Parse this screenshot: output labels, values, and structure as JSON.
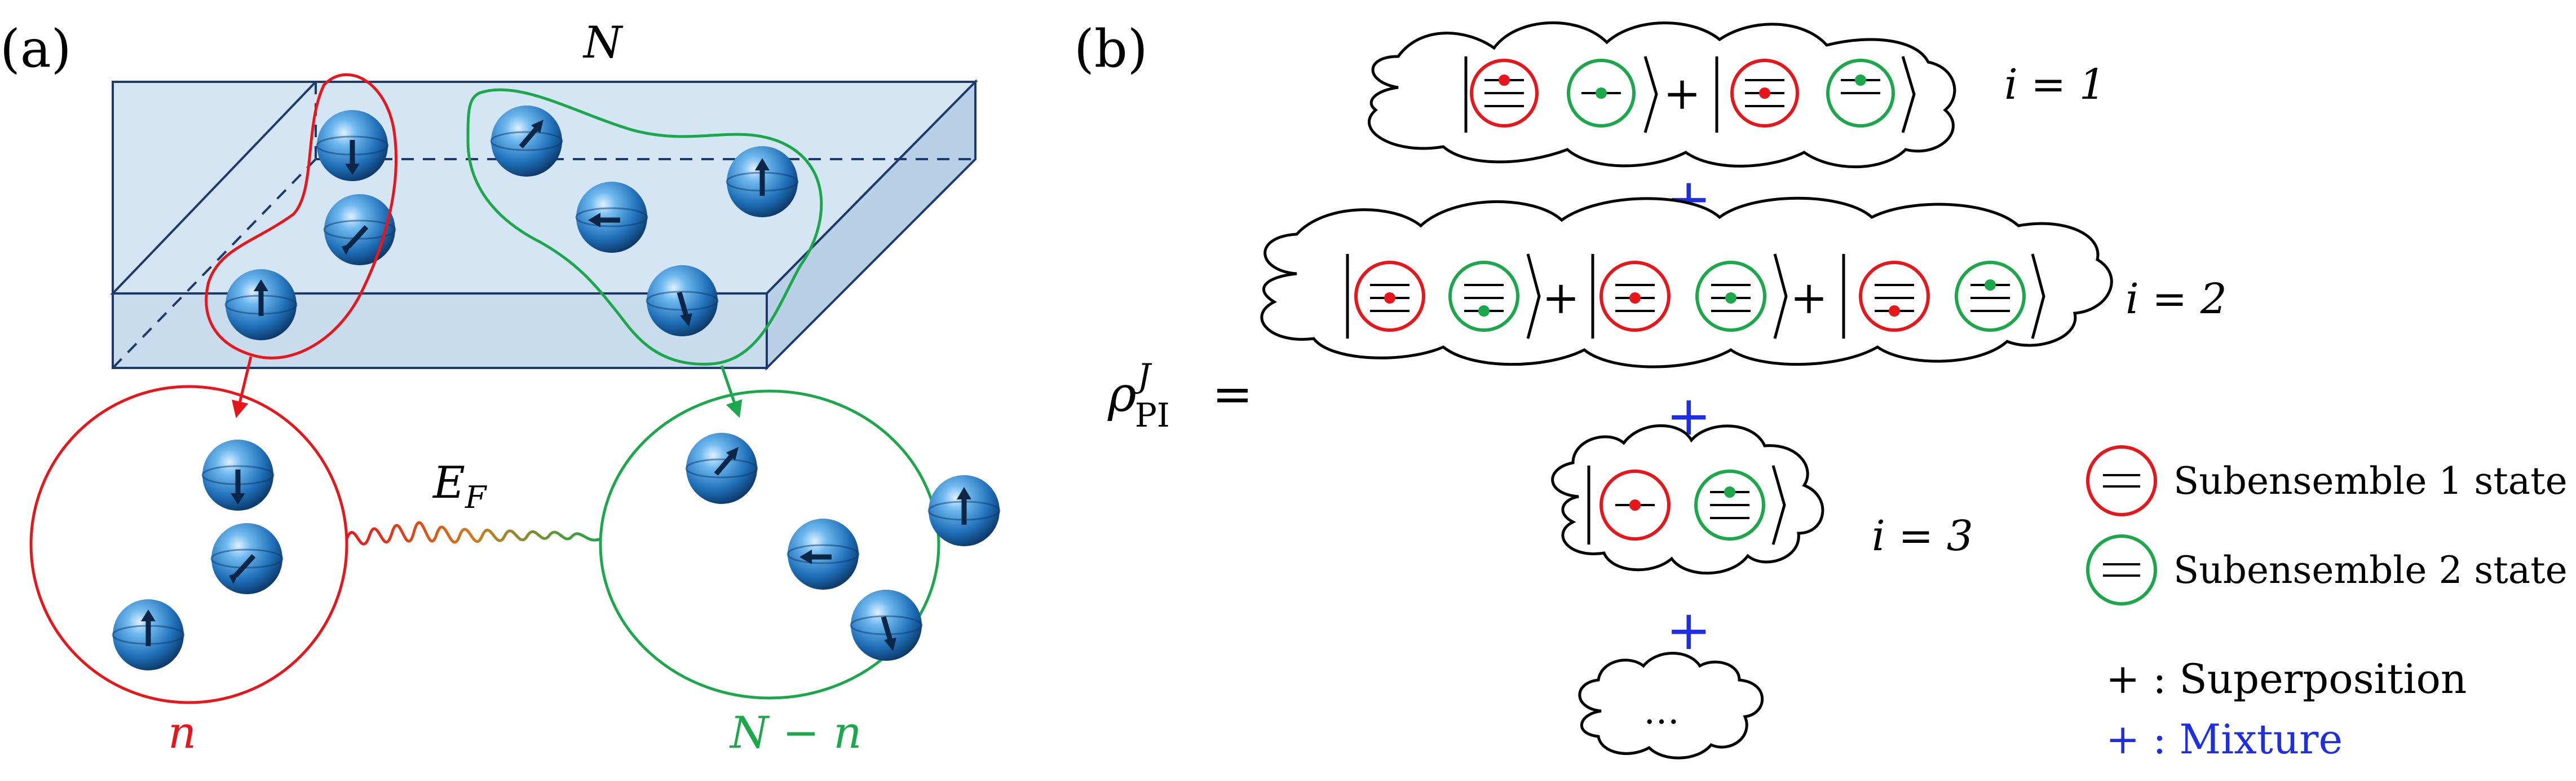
{
  "panel_a": {
    "label": "(a)",
    "total_label": "N",
    "subset_label": "n",
    "rest_label": "N − n",
    "coupling_label": "E",
    "coupling_sub": "F"
  },
  "panel_b": {
    "label": "(b)",
    "rho_symbol": "ρ",
    "rho_sup": "J",
    "rho_sub": "PI",
    "equals": "=",
    "plus_sign": "+",
    "ellipsis": "…",
    "rows": [
      {
        "index_label": "i = 1"
      },
      {
        "index_label": "i = 2"
      },
      {
        "index_label": "i = 3"
      }
    ]
  },
  "legend": {
    "sub1": "Subensemble 1 state",
    "sub2": "Subensemble 2 state",
    "superposition_sign": "+",
    "superposition_label": " : Superposition",
    "mixture_sign": "+",
    "mixture_label": " : Mixture"
  },
  "colors": {
    "red": "#e8151b",
    "green": "#1aa84a",
    "blue": "#1e2ee6",
    "slab_top": "#cfe1f1",
    "slab_edge": "#1d3a6e",
    "sphere": "#2a86d0",
    "wave_start": "#e8151b",
    "wave_end": "#1aa84a"
  }
}
